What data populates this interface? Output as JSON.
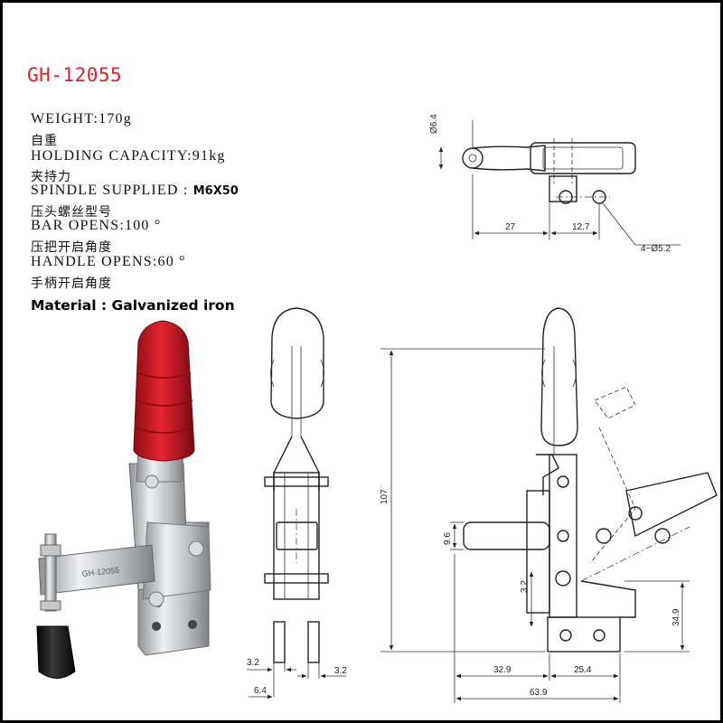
{
  "title": "GH-12055",
  "title_color": "#e0202a",
  "specs": {
    "weight_en": "WEIGHT:170g",
    "weight_cn": "自重",
    "holding_en": "HOLDING CAPACITY:91kg",
    "holding_cn": "夹持力",
    "spindle_label": "SPINDLE SUPPLIED :",
    "spindle_value": "M6X50",
    "spindle_cn": "压头螺丝型号",
    "bar_en": "BAR OPENS:100 °",
    "bar_cn": "压把开启角度",
    "handle_en": "HANDLE OPENS:60 °",
    "handle_cn": "手柄开启角度"
  },
  "material": "Material :  Galvanized iron",
  "photo": {
    "plate_text": "GH-12055",
    "grip_color": "#d01824",
    "body_color": "#c9ccd0"
  },
  "dimensions": {
    "top_view": {
      "dia_label": "Ø6.4",
      "d1": "27",
      "d2": "12.7",
      "holes": "4−Ø5.2"
    },
    "front_view": {
      "w1": "3.2",
      "w2": "3.2",
      "w3": "6.4"
    },
    "side_view": {
      "h_total": "107",
      "h_bar": "9.6",
      "h_pin": "3.2",
      "h_base": "34.9",
      "w_a": "32.9",
      "w_b": "25.4",
      "w_total": "63.9"
    }
  }
}
